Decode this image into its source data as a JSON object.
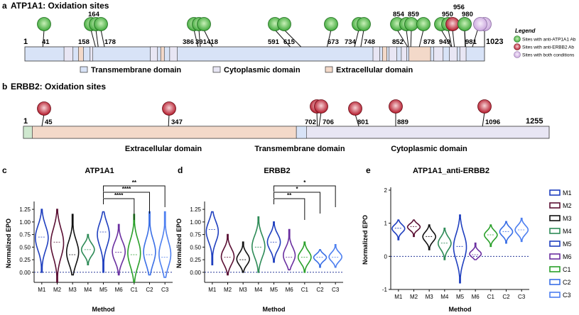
{
  "panel_a": {
    "letter": "a",
    "title": "ATP1A1: Oxidation sites",
    "start": "1",
    "end": "1023",
    "sites": [
      {
        "pos": 41,
        "label": "41",
        "type": "green"
      },
      {
        "pos": 158,
        "label": "158",
        "type": "green"
      },
      {
        "pos": 164,
        "label": "164",
        "type": "green"
      },
      {
        "pos": 178,
        "label": "178",
        "type": "green"
      },
      {
        "pos": 386,
        "label": "386",
        "type": "green"
      },
      {
        "pos": 391,
        "label": "391",
        "type": "green"
      },
      {
        "pos": 418,
        "label": "418",
        "type": "green"
      },
      {
        "pos": 591,
        "label": "591",
        "type": "green"
      },
      {
        "pos": 615,
        "label": "615",
        "type": "green"
      },
      {
        "pos": 673,
        "label": "673",
        "type": "green"
      },
      {
        "pos": 734,
        "label": "734",
        "type": "green"
      },
      {
        "pos": 748,
        "label": "748",
        "type": "green"
      },
      {
        "pos": 852,
        "label": "852",
        "type": "green"
      },
      {
        "pos": 854,
        "label": "854",
        "type": "green"
      },
      {
        "pos": 859,
        "label": "859",
        "type": "green"
      },
      {
        "pos": 878,
        "label": "878",
        "type": "green"
      },
      {
        "pos": 949,
        "label": "949",
        "type": "green"
      },
      {
        "pos": 950,
        "label": "950",
        "type": "green"
      },
      {
        "pos": 956,
        "label": "956",
        "type": "red"
      },
      {
        "pos": 980,
        "label": "980",
        "type": "pink"
      },
      {
        "pos": 981,
        "label": "981",
        "type": "green"
      },
      {
        "pos": 1023,
        "label": "",
        "type": "pink"
      }
    ],
    "legend_title": "Legend",
    "legend": [
      {
        "label": "Sites with anti-ATP1A1 Ab",
        "color": "#5cb85c"
      },
      {
        "label": "Sites with anti-ERBB2 Ab",
        "color": "#c0392b"
      },
      {
        "label": "Sites with both conditions",
        "color": "#d7b8e6"
      }
    ],
    "domain_legend": [
      {
        "label": "Transmembrane domain",
        "color": "#d8e3f7"
      },
      {
        "label": "Cytoplasmic domain",
        "color": "#e8e6f4"
      },
      {
        "label": "Extracellular domain",
        "color": "#f3d9c9"
      }
    ]
  },
  "panel_b": {
    "letter": "b",
    "title": "ERBB2: Oxidation sites",
    "start": "1",
    "end": "1255",
    "sites": [
      {
        "pos": 45,
        "label": "45"
      },
      {
        "pos": 347,
        "label": "347"
      },
      {
        "pos": 702,
        "label": "702"
      },
      {
        "pos": 706,
        "label": "706"
      },
      {
        "pos": 801,
        "label": "801"
      },
      {
        "pos": 889,
        "label": "889"
      },
      {
        "pos": 1096,
        "label": "1096"
      }
    ],
    "domain_labels": [
      "Extracellular domain",
      "Transmembrane domain",
      "Cytoplasmic domain"
    ]
  },
  "violins": [
    {
      "letter": "c",
      "title": "ATP1A1",
      "ylabel": "Normalized EPO",
      "xlabel": "Method",
      "yticks": [
        "0.00",
        "0.25",
        "0.50",
        "0.75",
        "1.00",
        "1.25"
      ],
      "ylim": [
        -0.2,
        1.35
      ],
      "significance": [
        "**",
        "****",
        "****"
      ]
    },
    {
      "letter": "d",
      "title": "ERBB2",
      "ylabel": "Normalized EPO",
      "xlabel": "Method",
      "yticks": [
        "0.00",
        "0.25",
        "0.50",
        "0.75",
        "1.00",
        "1.25"
      ],
      "ylim": [
        -0.2,
        1.35
      ],
      "significance": [
        "*",
        "*",
        "**"
      ]
    },
    {
      "letter": "e",
      "title": "ATP1A1_anti-ERBB2",
      "ylabel": "Normalized EPO",
      "xlabel": "Method",
      "yticks": [
        "-1",
        "0",
        "1",
        "2"
      ],
      "ylim": [
        -1,
        2
      ],
      "significance": []
    }
  ],
  "method_legend": [
    {
      "label": "M1",
      "color": "#1f3fbf"
    },
    {
      "label": "M2",
      "color": "#5b1034"
    },
    {
      "label": "M3",
      "color": "#111111"
    },
    {
      "label": "M4",
      "color": "#2e8b57"
    },
    {
      "label": "M5",
      "color": "#1f3fbf"
    },
    {
      "label": "M6",
      "color": "#6a2fa0"
    },
    {
      "label": "C1",
      "color": "#2aa02a"
    },
    {
      "label": "C2",
      "color": "#3a6fe6"
    },
    {
      "label": "C3",
      "color": "#4d7ff0"
    }
  ],
  "chart_data": [
    {
      "type": "violin",
      "title": "ATP1A1",
      "xlabel": "Method",
      "ylabel": "Normalized EPO",
      "categories": [
        "M1",
        "M2",
        "M3",
        "M4",
        "M5",
        "M6",
        "C1",
        "C2",
        "C3"
      ],
      "ylim": [
        -0.2,
        1.35
      ],
      "series": [
        {
          "min": 0.0,
          "median": 0.7,
          "max": 1.25
        },
        {
          "min": -0.2,
          "median": 0.6,
          "max": 1.25
        },
        {
          "min": -0.05,
          "median": 0.35,
          "max": 1.15
        },
        {
          "min": 0.15,
          "median": 0.45,
          "max": 0.75
        },
        {
          "min": 0.0,
          "median": 0.8,
          "max": 1.2
        },
        {
          "min": -0.05,
          "median": 0.4,
          "max": 0.95
        },
        {
          "min": -0.2,
          "median": 0.35,
          "max": 1.15
        },
        {
          "min": -0.05,
          "median": 0.35,
          "max": 1.2
        },
        {
          "min": -0.1,
          "median": 0.3,
          "max": 1.2
        }
      ]
    },
    {
      "type": "violin",
      "title": "ERBB2",
      "xlabel": "Method",
      "ylabel": "Normalized EPO",
      "categories": [
        "M1",
        "M2",
        "M3",
        "M4",
        "M5",
        "M6",
        "C1",
        "C2",
        "C3"
      ],
      "ylim": [
        -0.2,
        1.35
      ],
      "series": [
        {
          "min": 0.15,
          "median": 0.85,
          "max": 1.2
        },
        {
          "min": -0.05,
          "median": 0.3,
          "max": 0.75
        },
        {
          "min": 0.0,
          "median": 0.25,
          "max": 0.6
        },
        {
          "min": 0.0,
          "median": 0.5,
          "max": 1.1
        },
        {
          "min": 0.2,
          "median": 0.6,
          "max": 1.0
        },
        {
          "min": 0.05,
          "median": 0.3,
          "max": 0.85
        },
        {
          "min": 0.0,
          "median": 0.3,
          "max": 0.6
        },
        {
          "min": 0.1,
          "median": 0.3,
          "max": 0.45
        },
        {
          "min": 0.1,
          "median": 0.3,
          "max": 0.55
        }
      ]
    },
    {
      "type": "violin",
      "title": "ATP1A1_anti-ERBB2",
      "xlabel": "Method",
      "ylabel": "Normalized EPO",
      "categories": [
        "M1",
        "M2",
        "M3",
        "M4",
        "M5",
        "M6",
        "C1",
        "C2",
        "C3"
      ],
      "ylim": [
        -1,
        2
      ],
      "series": [
        {
          "min": 0.5,
          "median": 0.85,
          "max": 1.1
        },
        {
          "min": 0.6,
          "median": 0.9,
          "max": 1.1
        },
        {
          "min": 0.2,
          "median": 0.6,
          "max": 0.95
        },
        {
          "min": -0.1,
          "median": 0.4,
          "max": 0.85
        },
        {
          "min": -0.8,
          "median": 0.3,
          "max": 1.25
        },
        {
          "min": -0.1,
          "median": 0.05,
          "max": 0.4
        },
        {
          "min": 0.3,
          "median": 0.65,
          "max": 0.95
        },
        {
          "min": 0.4,
          "median": 0.75,
          "max": 1.05
        },
        {
          "min": 0.45,
          "median": 0.8,
          "max": 1.15
        }
      ]
    }
  ]
}
